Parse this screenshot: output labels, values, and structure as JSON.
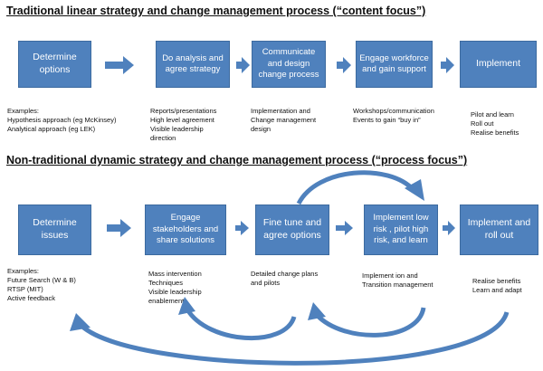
{
  "top": {
    "title": "Traditional linear strategy and change management process (“content focus”)",
    "steps": [
      {
        "label": "Determine options",
        "notes": [
          "Examples:",
          "Hypothesis approach (eg McKinsey)",
          "Analytical approach (eg LEK)"
        ]
      },
      {
        "label": "Do analysis and agree strategy",
        "notes": [
          "Reports/presentations",
          "High level agreement",
          "Visible leadership",
          "direction"
        ]
      },
      {
        "label": "Communicate and design change process",
        "notes": [
          "Implementation and",
          "Change management",
          "design"
        ]
      },
      {
        "label": "Engage workforce and gain support",
        "notes": [
          "Workshops/communication",
          "Events to gain “buy in”"
        ]
      },
      {
        "label": "Implement",
        "notes": [
          "Pilot and learn",
          "Roll out",
          "Realise benefits"
        ]
      }
    ]
  },
  "bottom": {
    "title": "Non-traditional dynamic strategy and change management process (“process focus”)",
    "steps": [
      {
        "label": "Determine issues",
        "notes": [
          "Examples:",
          "Future Search (W & B)",
          "RTSP (MIT)",
          "Active feedback"
        ]
      },
      {
        "label": "Engage stakeholders and share solutions",
        "notes": [
          "Mass intervention",
          "Techniques",
          "Visible leadership",
          "enablement"
        ]
      },
      {
        "label": "Fine tune and agree options",
        "notes": [
          "Detailed change plans",
          "and pilots"
        ]
      },
      {
        "label": "Implement low risk , pilot high risk, and learn",
        "notes": [
          "Implement ion and",
          "Transition management"
        ]
      },
      {
        "label": "Implement and roll out",
        "notes": [
          "Realise benefits",
          "Learn and adapt"
        ]
      }
    ]
  },
  "colors": {
    "box": "#4f81bd",
    "arrow": "#4f81bd",
    "text": "#111111"
  }
}
